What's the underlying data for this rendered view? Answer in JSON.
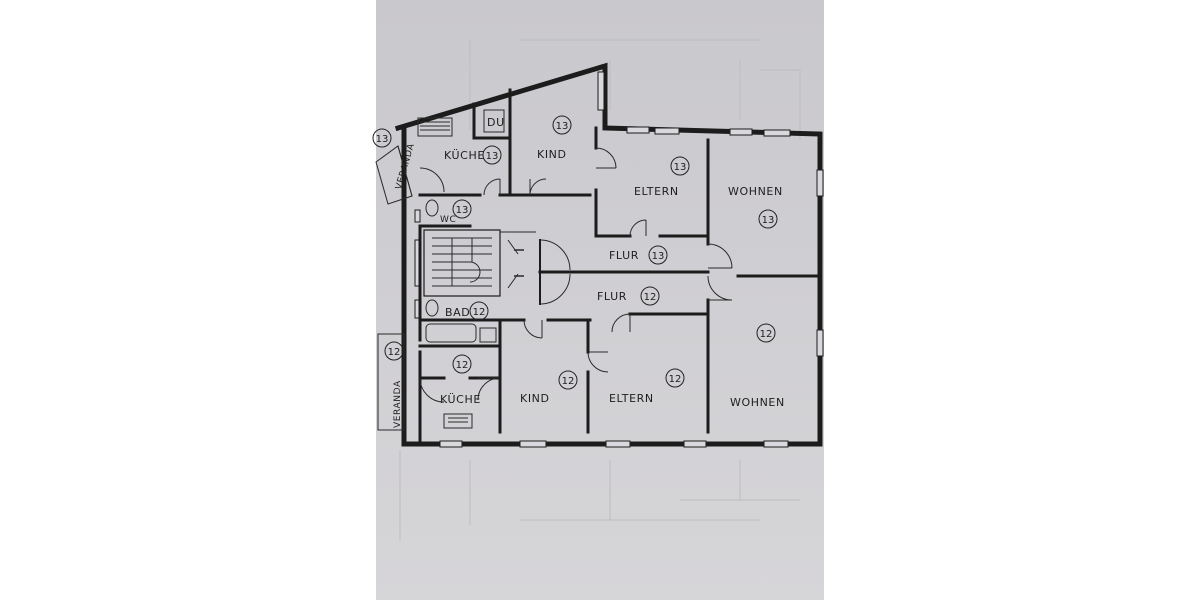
{
  "plan": {
    "rooms": [
      {
        "key": "kueche13",
        "label": "KÜCHE",
        "number": "13"
      },
      {
        "key": "du13",
        "label": "DU",
        "number": ""
      },
      {
        "key": "kind13",
        "label": "KIND",
        "number": "13"
      },
      {
        "key": "eltern13",
        "label": "ELTERN",
        "number": "13"
      },
      {
        "key": "wohnen13",
        "label": "WOHNEN",
        "number": "13"
      },
      {
        "key": "wc13",
        "label": "WC",
        "number": "13"
      },
      {
        "key": "flur13",
        "label": "FLUR",
        "number": "13"
      },
      {
        "key": "veranda13",
        "label": "VERANDA",
        "number": "13"
      },
      {
        "key": "flur12",
        "label": "FLUR",
        "number": "12"
      },
      {
        "key": "bad12",
        "label": "BAD",
        "number": "12"
      },
      {
        "key": "kueche12",
        "label": "KÜCHE",
        "number": "12"
      },
      {
        "key": "kind12",
        "label": "KIND",
        "number": "12"
      },
      {
        "key": "eltern12",
        "label": "ELTERN",
        "number": "12"
      },
      {
        "key": "wohnen12",
        "label": "WOHNEN",
        "number": "12"
      },
      {
        "key": "veranda12",
        "label": "VERANDA",
        "number": "12"
      }
    ]
  }
}
